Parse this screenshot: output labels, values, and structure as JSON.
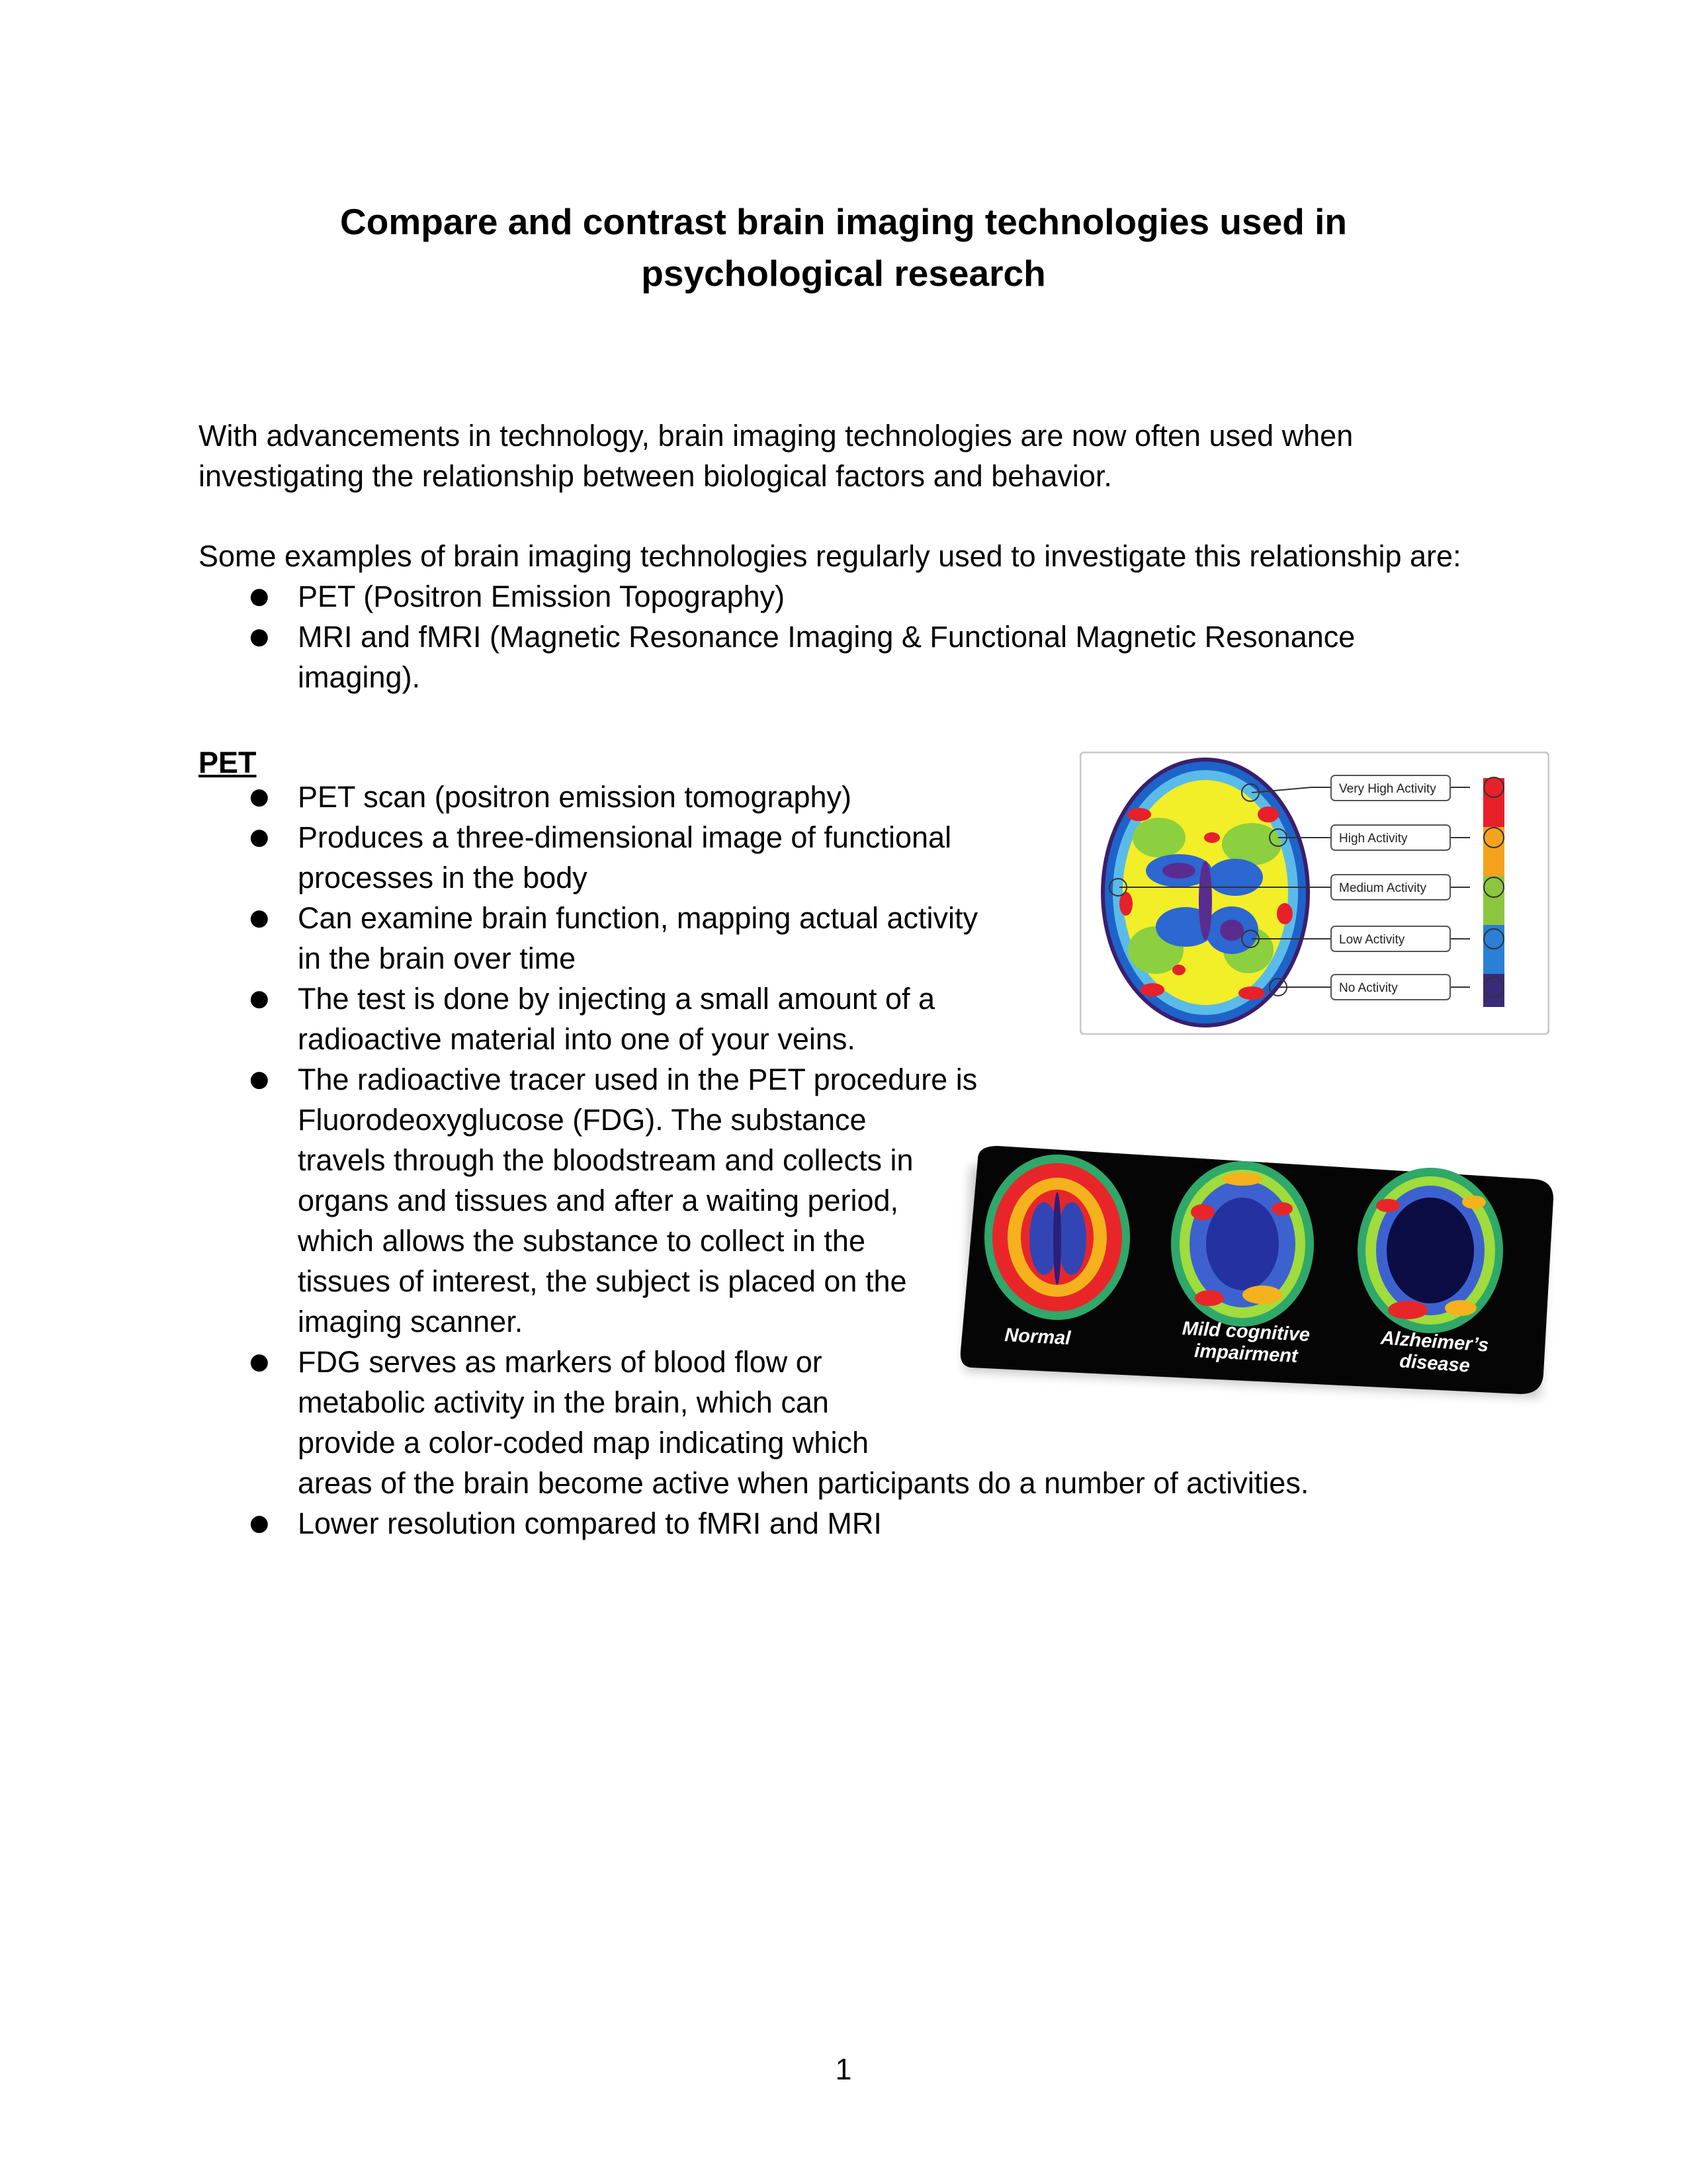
{
  "title": {
    "line1": "Compare and contrast brain imaging technologies used in",
    "line2": "psychological research"
  },
  "intro": {
    "line1": "With advancements in technology, brain imaging technologies are now often used when",
    "line2": "investigating the relationship between biological factors and behavior."
  },
  "examples": {
    "lead": "Some examples of brain imaging technologies regularly used to investigate this relationship are:",
    "items": [
      [
        "PET (Positron Emission Topography)"
      ],
      [
        "MRI and fMRI (Magnetic Resonance Imaging & Functional Magnetic Resonance",
        "imaging)."
      ]
    ]
  },
  "pet": {
    "heading": "PET",
    "bullets": [
      [
        "PET scan (positron emission tomography)"
      ],
      [
        "Produces a three-dimensional image of functional",
        "processes in the body"
      ],
      [
        "Can examine brain function, mapping actual activity",
        "in the brain over time"
      ],
      [
        "The test is done by injecting a small amount of a",
        "radioactive material into one of your veins."
      ],
      [
        "The radioactive tracer used in the PET procedure is",
        "Fluorodeoxyglucose (FDG). The substance",
        "travels through the bloodstream and collects in",
        "organs and tissues and after a waiting period,",
        "which allows the substance to collect in the",
        "tissues of interest, the subject is placed on the",
        "imaging scanner."
      ],
      [
        "FDG serves as markers of blood flow or",
        "metabolic activity in the brain, which can",
        "provide a color-coded map indicating which",
        "areas of the brain become active when participants do a number of activities."
      ],
      [
        "Lower resolution compared to fMRI and MRI"
      ]
    ]
  },
  "activity_figure": {
    "labels": [
      "Very High Activity",
      "High Activity",
      "Medium Activity",
      "Low Activity",
      "No Activity"
    ],
    "scale_colors": [
      "#e8202a",
      "#f5a21c",
      "#8cc63f",
      "#2b7fd6",
      "#3b2a78"
    ]
  },
  "comparison_figure": {
    "labels": [
      [
        "Normal"
      ],
      [
        "Mild cognitive",
        "impairment"
      ],
      [
        "Alzheimer’s",
        "disease"
      ]
    ]
  },
  "page_number": "1"
}
